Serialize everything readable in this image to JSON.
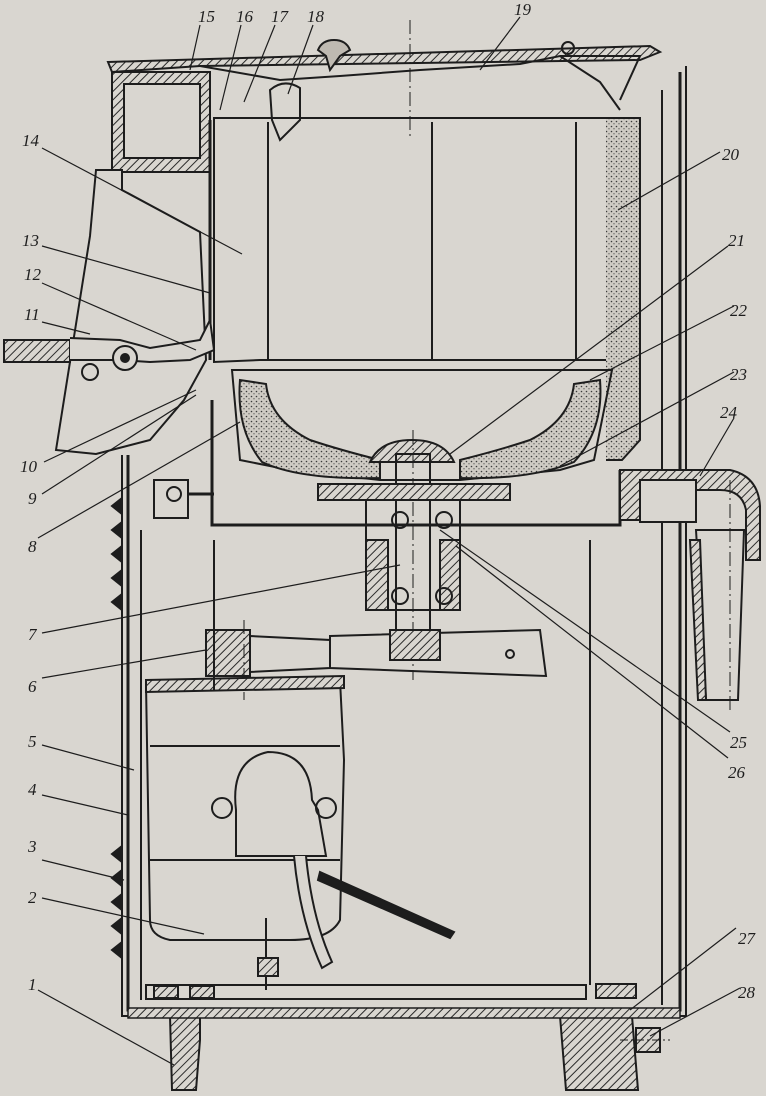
{
  "colors": {
    "paper": "#d9d6d0",
    "ink": "#1d1d1d",
    "hatch": "#2a2a2a",
    "insulation": "#bfbab2"
  },
  "callouts": [
    {
      "id": "1",
      "label": "1"
    },
    {
      "id": "2",
      "label": "2"
    },
    {
      "id": "3",
      "label": "3"
    },
    {
      "id": "4",
      "label": "4"
    },
    {
      "id": "5",
      "label": "5"
    },
    {
      "id": "6",
      "label": "6"
    },
    {
      "id": "7",
      "label": "7"
    },
    {
      "id": "8",
      "label": "8"
    },
    {
      "id": "9",
      "label": "9"
    },
    {
      "id": "10",
      "label": "10"
    },
    {
      "id": "11",
      "label": "11"
    },
    {
      "id": "12",
      "label": "12"
    },
    {
      "id": "13",
      "label": "13"
    },
    {
      "id": "14",
      "label": "14"
    },
    {
      "id": "15",
      "label": "15"
    },
    {
      "id": "16",
      "label": "16"
    },
    {
      "id": "17",
      "label": "17"
    },
    {
      "id": "18",
      "label": "18"
    },
    {
      "id": "19",
      "label": "19"
    },
    {
      "id": "20",
      "label": "20"
    },
    {
      "id": "21",
      "label": "21"
    },
    {
      "id": "22",
      "label": "22"
    },
    {
      "id": "23",
      "label": "23"
    },
    {
      "id": "24",
      "label": "24"
    },
    {
      "id": "25",
      "label": "25"
    },
    {
      "id": "26",
      "label": "26"
    },
    {
      "id": "27",
      "label": "27"
    },
    {
      "id": "28",
      "label": "28"
    }
  ]
}
